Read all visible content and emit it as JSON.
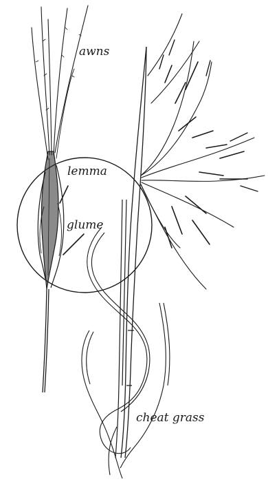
{
  "labels": {
    "awns": "awns",
    "lemma": "lemma",
    "glume": "glume",
    "plant": "cheat grass"
  },
  "colors": {
    "ink": "#1a1a1a",
    "paper": "#ffffff"
  }
}
